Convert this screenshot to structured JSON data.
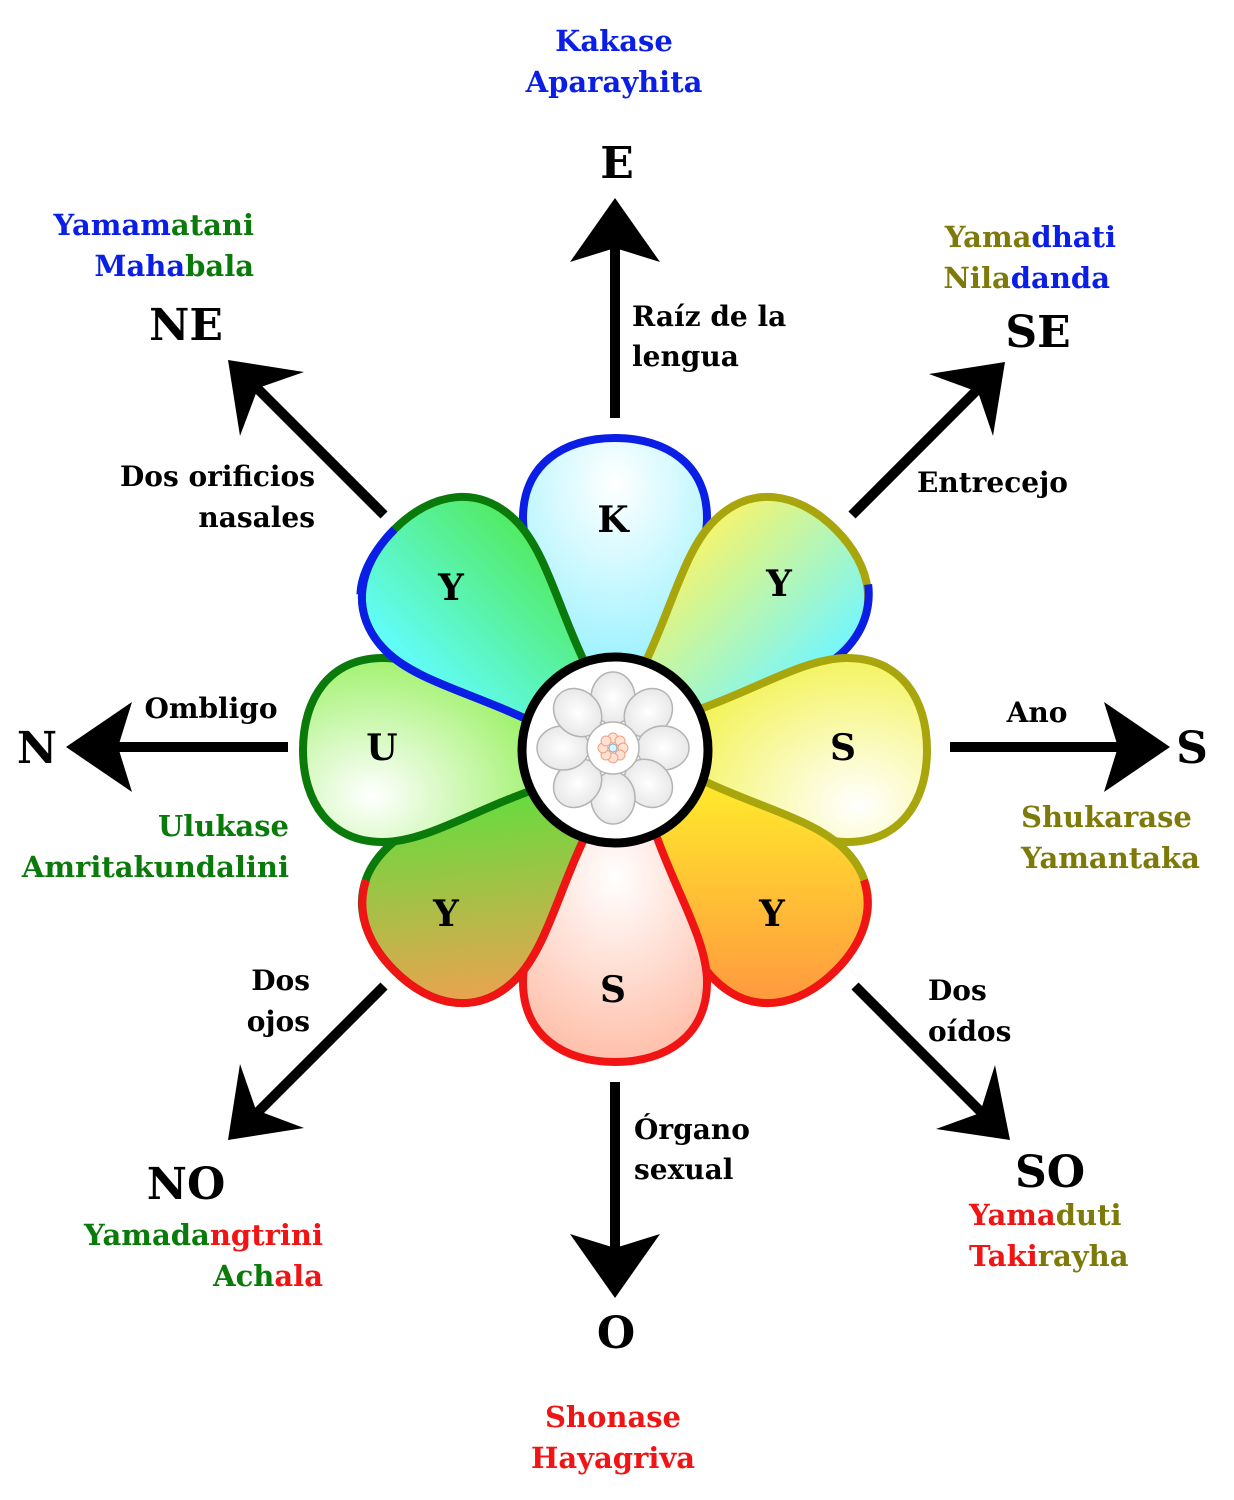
{
  "colors": {
    "blue": "#0a1ee6",
    "green": "#0a7a0a",
    "olive": "#7d7a0a",
    "red": "#f01414",
    "black": "#000000"
  },
  "directions": {
    "e": "E",
    "se": "SE",
    "s": "S",
    "so": "SO",
    "o": "O",
    "no": "NO",
    "n": "N",
    "ne": "NE"
  },
  "petals": {
    "top": "K",
    "top_right": "Y",
    "right": "S",
    "bottom_right": "Y",
    "bottom": "S",
    "bottom_left": "Y",
    "left": "U",
    "top_left": "Y"
  },
  "body_parts": {
    "top": [
      "Raíz de la",
      "lengua"
    ],
    "top_right": [
      "Entrecejo"
    ],
    "right": [
      "Ano"
    ],
    "bottom_right": [
      "Dos",
      "oídos"
    ],
    "bottom": [
      "Órgano",
      "sexual"
    ],
    "bottom_left": [
      "Dos",
      "ojos"
    ],
    "left": [
      "Ombligo"
    ],
    "top_left": [
      "Dos orificios",
      "nasales"
    ]
  },
  "deities": {
    "top": [
      [
        {
          "text": "Kakase",
          "color": "blue"
        }
      ],
      [
        {
          "text": "Aparayhita",
          "color": "blue"
        }
      ]
    ],
    "top_right": [
      [
        {
          "text": "Yama",
          "color": "olive"
        },
        {
          "text": "dhati",
          "color": "blue"
        }
      ],
      [
        {
          "text": "Nila",
          "color": "olive"
        },
        {
          "text": "danda",
          "color": "blue"
        }
      ]
    ],
    "right": [
      [
        {
          "text": "Shukarase",
          "color": "olive"
        }
      ],
      [
        {
          "text": "Yamantaka",
          "color": "olive"
        }
      ]
    ],
    "bottom_right": [
      [
        {
          "text": "Yama",
          "color": "red"
        },
        {
          "text": "duti",
          "color": "olive"
        }
      ],
      [
        {
          "text": "Taki",
          "color": "red"
        },
        {
          "text": "rayha",
          "color": "olive"
        }
      ]
    ],
    "bottom": [
      [
        {
          "text": "Shonase",
          "color": "red"
        }
      ],
      [
        {
          "text": "Hayagriva",
          "color": "red"
        }
      ]
    ],
    "bottom_left": [
      [
        {
          "text": "Yamada",
          "color": "green"
        },
        {
          "text": "ngtrini",
          "color": "red"
        }
      ],
      [
        {
          "text": "Ach",
          "color": "green"
        },
        {
          "text": "ala",
          "color": "red"
        }
      ]
    ],
    "left": [
      [
        {
          "text": "Ulukase",
          "color": "green"
        }
      ],
      [
        {
          "text": "Amritakundalini",
          "color": "green"
        }
      ]
    ],
    "top_left": [
      [
        {
          "text": "Yamam",
          "color": "blue"
        },
        {
          "text": "atani",
          "color": "green"
        }
      ],
      [
        {
          "text": "Maha",
          "color": "blue"
        },
        {
          "text": "bala",
          "color": "green"
        }
      ]
    ]
  }
}
